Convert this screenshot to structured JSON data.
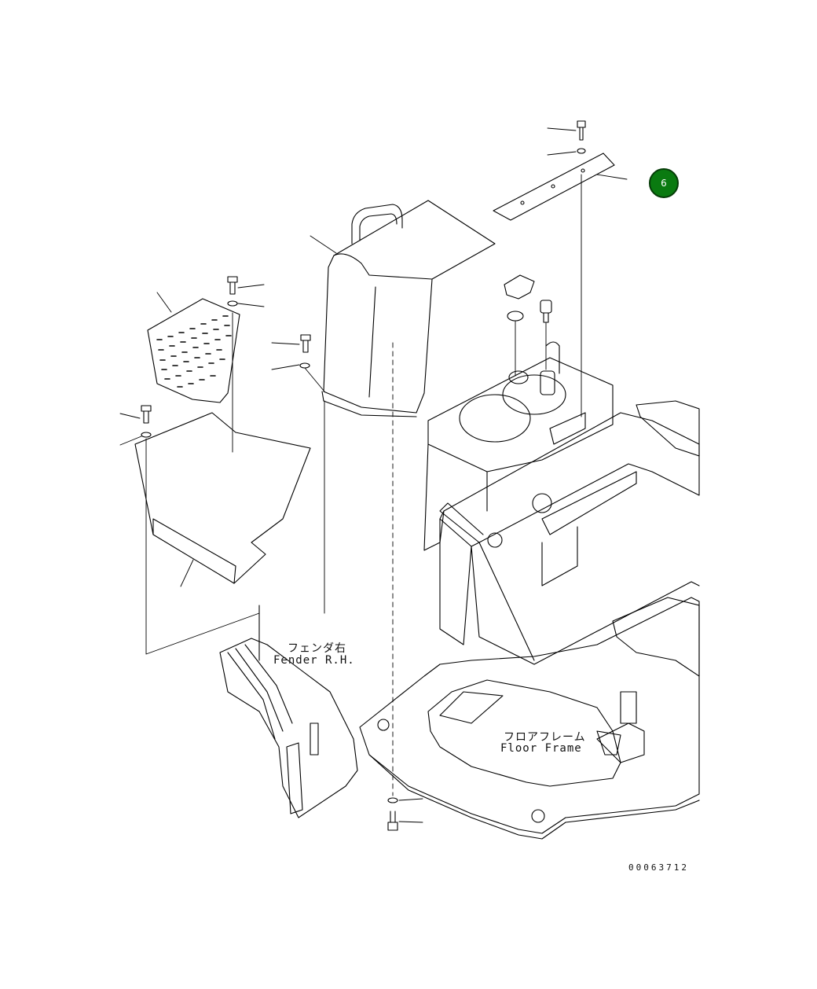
{
  "badge": {
    "text": "6",
    "color": "#0a7a10"
  },
  "labels": {
    "fender_jp": "フェンダ右",
    "fender_en": "Fender R.H.",
    "floor_jp": "フロアフレーム",
    "floor_en": "Floor Frame"
  },
  "drawing_number": "00063712",
  "line_color": "#000000"
}
